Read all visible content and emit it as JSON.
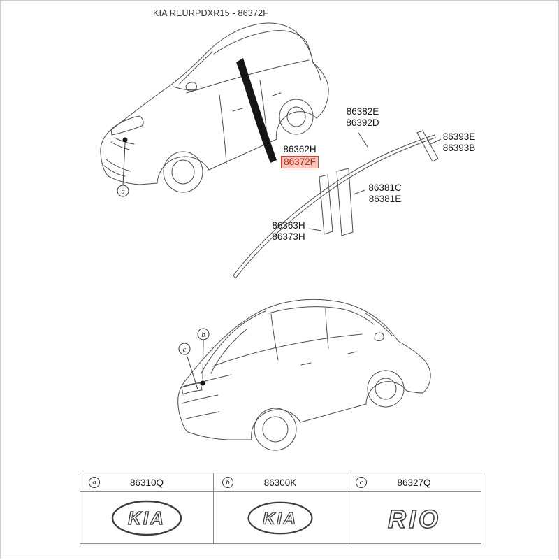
{
  "page": {
    "title": "KIA REURPDXR15 - 86372F"
  },
  "parts": {
    "p86382E": "86382E",
    "p86392D": "86392D",
    "p86393E": "86393E",
    "p86393B": "86393B",
    "p86362H": "86362H",
    "p86372F": "86372F",
    "p86381C": "86381C",
    "p86381E": "86381E",
    "p86363H": "86363H",
    "p86373H": "86373H"
  },
  "markers": {
    "a": "a",
    "b": "b",
    "c": "c"
  },
  "table": {
    "columns": [
      {
        "marker": "a",
        "part": "86310Q",
        "logo": "KIA"
      },
      {
        "marker": "b",
        "part": "86300K",
        "logo": "KIA"
      },
      {
        "marker": "c",
        "part": "86327Q",
        "logo": "RIO"
      }
    ]
  },
  "colors": {
    "highlight_border": "#e03b24",
    "highlight_background": "#f7c3ba",
    "highlight_text": "#c22a12",
    "line_art": "#4a4a4a"
  }
}
